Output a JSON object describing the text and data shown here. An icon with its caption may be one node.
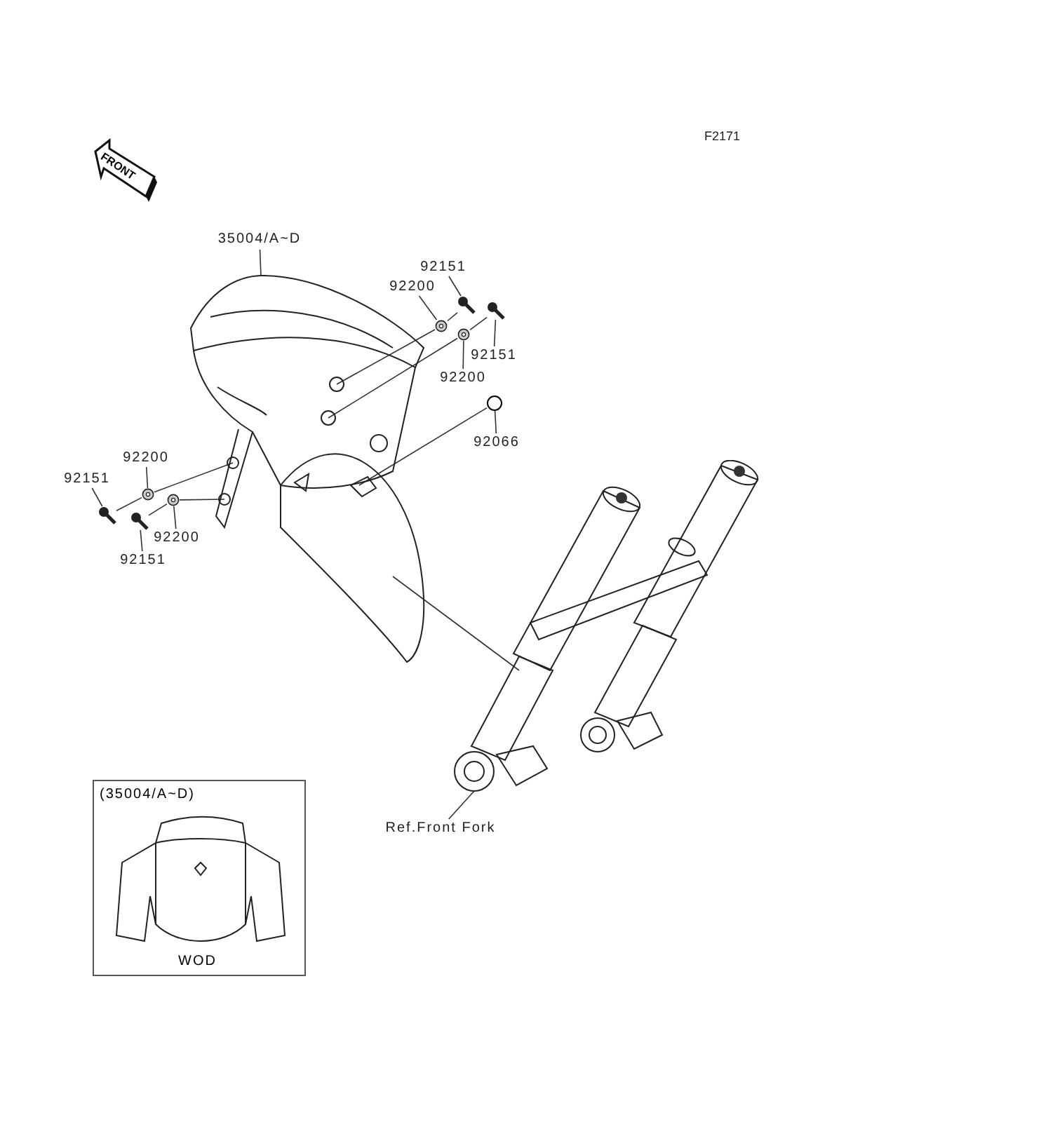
{
  "diagram": {
    "nodes": [
      {
        "text": [
          "35004/A~D"
        ]
      },
      {
        "text": [],
        "shape": "picture"
      },
      {
        "text": [
          "92151"
        ]
      },
      {
        "text": [],
        "shape": "picture"
      },
      {
        "text": [
          "92200"
        ]
      },
      {
        "text": [],
        "shape": "picture"
      },
      {
        "text": [
          "92151"
        ]
      },
      {
        "text": [],
        "shape": "picture"
      },
      {
        "text": [
          "92200"
        ]
      },
      {
        "text": [],
        "shape": "picture"
      },
      {
        "text": [
          "92066"
        ]
      },
      {
        "text": [],
        "shape": "circle"
      },
      {
        "text": [
          "92200"
        ]
      },
      {
        "text": [],
        "shape": "picture"
      },
      {
        "text": [
          "92151"
        ]
      },
      {
        "text": [],
        "shape": "picture"
      },
      {
        "text": [
          "92200"
        ]
      },
      {
        "text": [],
        "shape": "picture"
      },
      {
        "text": [
          "92151"
        ]
      },
      {
        "text": [],
        "shape": "picture"
      },
      {
        "text": [
          "Ref.Front Fork"
        ]
      },
      {
        "text": [],
        "shape": "picture"
      },
      {
        "text": [
          "(35004/A~D)",
          "WOD"
        ]
      },
      {
        "text": [],
        "shape": "picture",
        "in": 22
      }
    ],
    "edges": [
      {
        "from": 0,
        "to": 1,
        "arrow": "none"
      },
      {
        "from": 2,
        "to": 3,
        "arrow": "none"
      },
      {
        "from": 4,
        "to": 5,
        "arrow": "none"
      },
      {
        "from": 6,
        "to": 7,
        "arrow": "none"
      },
      {
        "from": 8,
        "to": 9,
        "arrow": "none"
      },
      {
        "from": 10,
        "to": 11,
        "arrow": "none"
      },
      {
        "from": 12,
        "to": 13,
        "arrow": "none"
      },
      {
        "from": 14,
        "to": 15,
        "arrow": "none"
      },
      {
        "from": 16,
        "to": 17,
        "arrow": "none"
      },
      {
        "from": 18,
        "to": 19,
        "arrow": "none"
      },
      {
        "from": 20,
        "to": 21,
        "arrow": "none"
      },
      {
        "from": 3,
        "to": 5,
        "arrow": "none"
      },
      {
        "from": 5,
        "to": 1,
        "arrow": "none"
      },
      {
        "from": 7,
        "to": 9,
        "arrow": "none"
      },
      {
        "from": 9,
        "to": 1,
        "arrow": "none"
      },
      {
        "from": 11,
        "to": 1,
        "arrow": "none"
      },
      {
        "from": 15,
        "to": 13,
        "arrow": "none"
      },
      {
        "from": 13,
        "to": 1,
        "arrow": "none"
      },
      {
        "from": 19,
        "to": 17,
        "arrow": "none"
      },
      {
        "from": 17,
        "to": 1,
        "arrow": "none"
      },
      {
        "from": 1,
        "to": 21,
        "arrow": "none"
      }
    ],
    "labels": [
      "F2171",
      "FRONT"
    ]
  }
}
